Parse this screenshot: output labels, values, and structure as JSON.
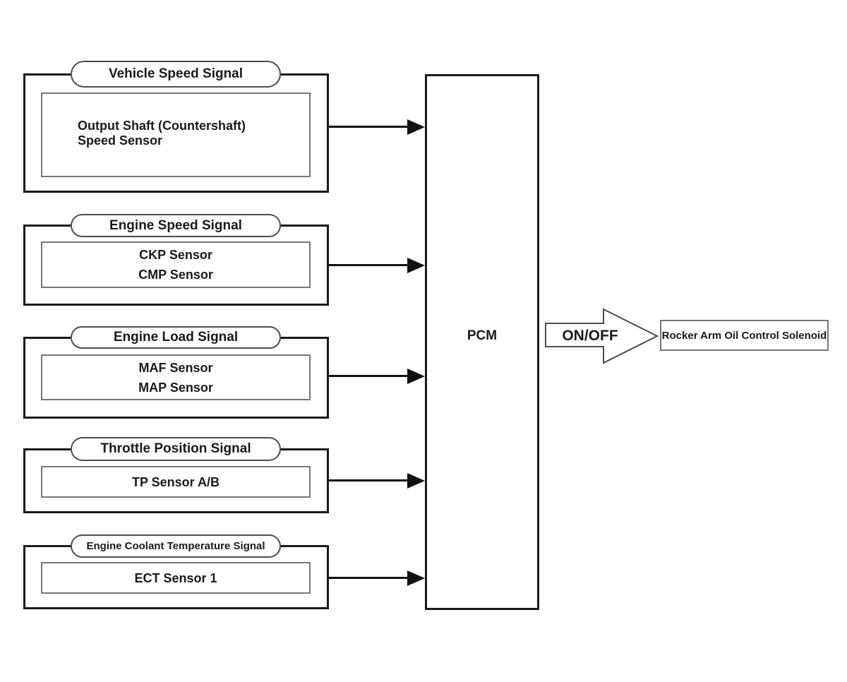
{
  "diagram": {
    "controller": "PCM",
    "output_signal": "ON/OFF",
    "actuator": "Rocker Arm Oil Control Solenoid",
    "sources": [
      {
        "label": "Vehicle Speed Signal",
        "sensors": [
          "Output Shaft (Countershaft) Speed Sensor"
        ]
      },
      {
        "label": "Engine Speed Signal",
        "sensors": [
          "CKP Sensor",
          "CMP Sensor"
        ]
      },
      {
        "label": "Engine Load Signal",
        "sensors": [
          "MAF Sensor",
          "MAP Sensor"
        ]
      },
      {
        "label": "Throttle Position Signal",
        "sensors": [
          "TP Sensor A/B"
        ]
      },
      {
        "label": "Engine Coolant Temperature Signal",
        "sensors": [
          "ECT Sensor 1"
        ]
      }
    ]
  },
  "colors": {
    "background": "#ffffff",
    "line": "#111111",
    "box_border": "#1a1a1a",
    "inner_border": "#767676",
    "pill_border": "#4d4d4d",
    "text": "#1a1a1a"
  }
}
